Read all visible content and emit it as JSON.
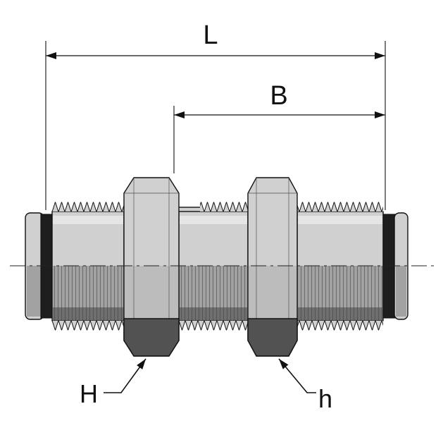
{
  "diagram": {
    "labels": {
      "L": "L",
      "B": "B",
      "H": "H",
      "h": "h"
    }
  },
  "colors": {
    "background": "#ffffff",
    "line": "#111111",
    "metal_light": "#d0d0d0",
    "metal_mid": "#a2a2a2",
    "metal_dark": "#6f6f6f",
    "metal_hex_shade": "#bcbcbc",
    "metal_highlight": "#e9e9e9",
    "nut_bottom": "#525252",
    "band_dark": "#1e1e1e"
  }
}
